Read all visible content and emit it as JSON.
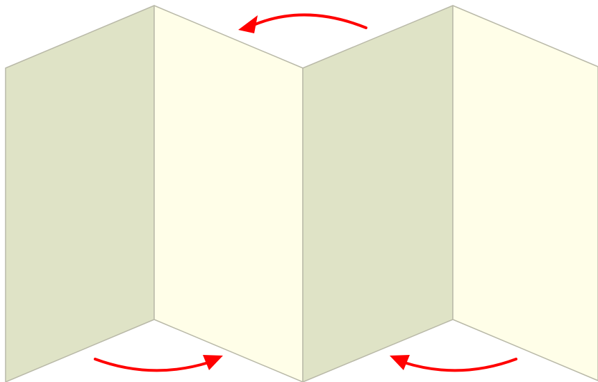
{
  "diagram": {
    "subject": "accordion-fold",
    "panel_count": 4,
    "arrow_count": 3,
    "colors": {
      "background": "#ffffff",
      "panel_shaded": "#dfe3c6",
      "panel_light": "#fffee8",
      "panel_edge": "#b9b9a8",
      "arrow": "#ff0000"
    },
    "panels": [
      {
        "id": "panel-1",
        "shade": "panel_shaded"
      },
      {
        "id": "panel-2",
        "shade": "panel_light"
      },
      {
        "id": "panel-3",
        "shade": "panel_shaded"
      },
      {
        "id": "panel-4",
        "shade": "panel_light"
      }
    ],
    "arrows": [
      {
        "id": "top",
        "direction": "left"
      },
      {
        "id": "bottom-left",
        "direction": "right"
      },
      {
        "id": "bottom-right",
        "direction": "left"
      }
    ]
  }
}
